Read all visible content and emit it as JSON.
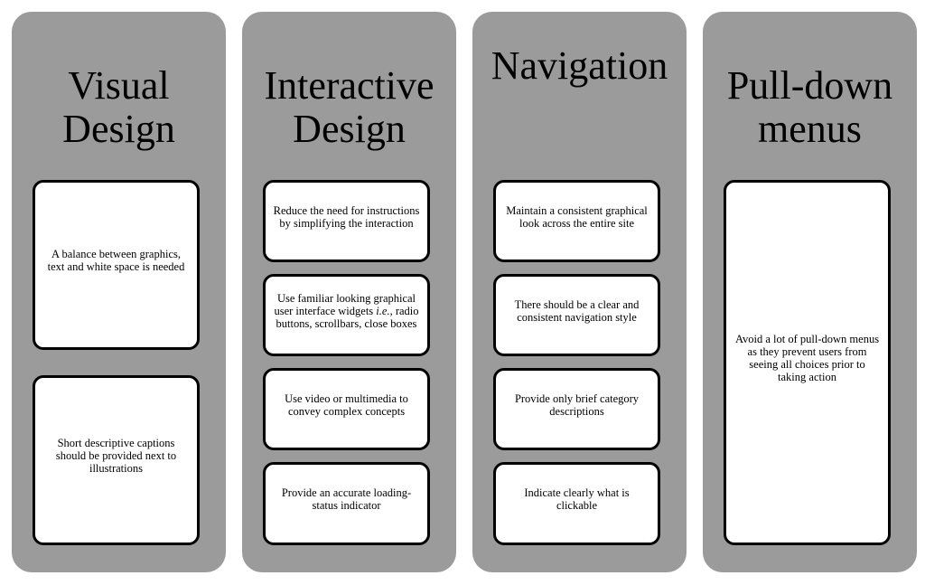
{
  "columns": [
    {
      "title": "Visual\nDesign",
      "boxes": [
        "A balance between graphics,\ntext and white space is needed",
        "Short descriptive captions\nshould be provided next to\nillustrations"
      ]
    },
    {
      "title": "Interactive\nDesign",
      "boxes": [
        "Reduce the need for instructions\nby simplifying the interaction",
        {
          "pre": "Use familiar looking graphical\nuser interface widgets ",
          "italic": "i.e.",
          "post": ", radio\nbuttons, scrollbars, close boxes"
        },
        "Use video or multimedia to\nconvey complex concepts",
        "Provide an accurate  loading-\nstatus indicator"
      ]
    },
    {
      "title": "Navigation",
      "boxes": [
        "Maintain a consistent graphical\nlook across the entire site",
        "There should be a clear and\nconsistent navigation style",
        "Provide only brief category\ndescriptions",
        "Indicate clearly  what is\nclickable"
      ]
    },
    {
      "title": "Pull-down\nmenus",
      "boxes": [
        "Avoid a lot of pull-down menus\nas they  prevent users from\nseeing all choices prior to\ntaking action"
      ]
    }
  ],
  "colors": {
    "column_bg": "#9b9b9b",
    "box_bg": "#ffffff",
    "border": "#000000"
  }
}
